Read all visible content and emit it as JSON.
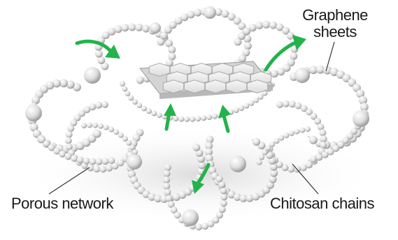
{
  "labels": {
    "graphene_line1": "Graphene",
    "graphene_line2": "sheets",
    "porous": "Porous network",
    "chitosan": "Chitosan chains"
  },
  "colors": {
    "background": "#ffffff",
    "bead": "#e6e6e6",
    "bead_shadow": "#9c9c9c",
    "graphene_fill": "#ececec",
    "graphene_edge": "#a9a9a9",
    "arrow": "#22b34a",
    "leader_line": "#333333"
  },
  "icons": [
    "curved-arrow-icon",
    "bead-chain-icon",
    "hexagon-sheet-icon"
  ]
}
